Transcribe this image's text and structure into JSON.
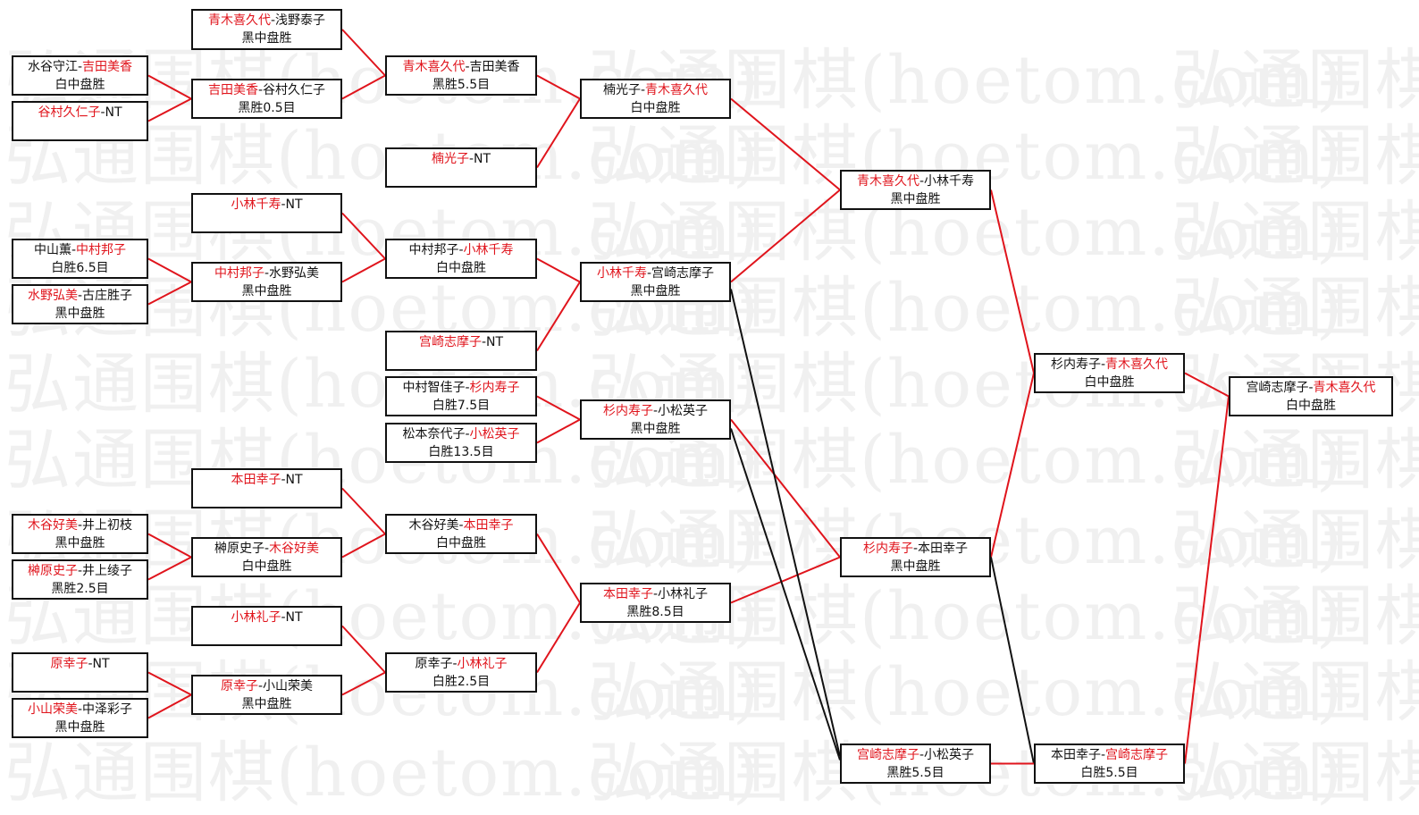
{
  "watermark": "弘通围棋(hoetom.com)",
  "colors": {
    "winner": "#e0141c",
    "line_red": "#e0141c",
    "line_black": "#111111"
  },
  "matches": [
    {
      "id": "A1",
      "p1": "水谷守江",
      "p2": "吉田美香",
      "winner": 2,
      "result": "白中盘胜"
    },
    {
      "id": "A2",
      "p1": "谷村久仁子",
      "p2": "NT",
      "winner": 1,
      "result": ""
    },
    {
      "id": "A3",
      "p1": "中山薫",
      "p2": "中村邦子",
      "winner": 2,
      "result": "白胜6.5目"
    },
    {
      "id": "A4",
      "p1": "水野弘美",
      "p2": "古庄胜子",
      "winner": 1,
      "result": "黑中盘胜"
    },
    {
      "id": "A5",
      "p1": "木谷好美",
      "p2": "井上初枝",
      "winner": 1,
      "result": "黑中盘胜"
    },
    {
      "id": "A6",
      "p1": "榊原史子",
      "p2": "井上绫子",
      "winner": 1,
      "result": "黑胜2.5目"
    },
    {
      "id": "A7",
      "p1": "原幸子",
      "p2": "NT",
      "winner": 1,
      "result": ""
    },
    {
      "id": "A8",
      "p1": "小山荣美",
      "p2": "中泽彩子",
      "winner": 1,
      "result": "黑中盘胜"
    },
    {
      "id": "B1",
      "p1": "青木喜久代",
      "p2": "浅野泰子",
      "winner": 1,
      "result": "黑中盘胜"
    },
    {
      "id": "B2",
      "p1": "吉田美香",
      "p2": "谷村久仁子",
      "winner": 1,
      "result": "黑胜0.5目"
    },
    {
      "id": "B3",
      "p1": "小林千寿",
      "p2": "NT",
      "winner": 1,
      "result": ""
    },
    {
      "id": "B4",
      "p1": "中村邦子",
      "p2": "水野弘美",
      "winner": 1,
      "result": "黑中盘胜"
    },
    {
      "id": "B5",
      "p1": "本田幸子",
      "p2": "NT",
      "winner": 1,
      "result": ""
    },
    {
      "id": "B6",
      "p1": "榊原史子",
      "p2": "木谷好美",
      "winner": 2,
      "result": "白中盘胜"
    },
    {
      "id": "B7",
      "p1": "小林礼子",
      "p2": "NT",
      "winner": 1,
      "result": ""
    },
    {
      "id": "B8",
      "p1": "原幸子",
      "p2": "小山荣美",
      "winner": 1,
      "result": "黑中盘胜"
    },
    {
      "id": "C1",
      "p1": "青木喜久代",
      "p2": "吉田美香",
      "winner": 1,
      "result": "黑胜5.5目"
    },
    {
      "id": "C2",
      "p1": "楠光子",
      "p2": "NT",
      "winner": 1,
      "result": ""
    },
    {
      "id": "C3",
      "p1": "中村邦子",
      "p2": "小林千寿",
      "winner": 2,
      "result": "白中盘胜"
    },
    {
      "id": "C4",
      "p1": "宫崎志摩子",
      "p2": "NT",
      "winner": 1,
      "result": ""
    },
    {
      "id": "C5",
      "p1": "中村智佳子",
      "p2": "杉内寿子",
      "winner": 2,
      "result": "白胜7.5目"
    },
    {
      "id": "C6",
      "p1": "松本奈代子",
      "p2": "小松英子",
      "winner": 2,
      "result": "白胜13.5目"
    },
    {
      "id": "C7",
      "p1": "木谷好美",
      "p2": "本田幸子",
      "winner": 2,
      "result": "白中盘胜"
    },
    {
      "id": "C8",
      "p1": "原幸子",
      "p2": "小林礼子",
      "winner": 2,
      "result": "白胜2.5目"
    },
    {
      "id": "D1",
      "p1": "楠光子",
      "p2": "青木喜久代",
      "winner": 2,
      "result": "白中盘胜"
    },
    {
      "id": "D2",
      "p1": "小林千寿",
      "p2": "宫崎志摩子",
      "winner": 1,
      "result": "黑中盘胜"
    },
    {
      "id": "D3",
      "p1": "杉内寿子",
      "p2": "小松英子",
      "winner": 1,
      "result": "黑中盘胜"
    },
    {
      "id": "D4",
      "p1": "本田幸子",
      "p2": "小林礼子",
      "winner": 1,
      "result": "黑胜8.5目"
    },
    {
      "id": "E1",
      "p1": "青木喜久代",
      "p2": "小林千寿",
      "winner": 1,
      "result": "黑中盘胜"
    },
    {
      "id": "E2",
      "p1": "杉内寿子",
      "p2": "本田幸子",
      "winner": 1,
      "result": "黑中盘胜"
    },
    {
      "id": "E3",
      "p1": "宫崎志摩子",
      "p2": "小松英子",
      "winner": 1,
      "result": "黑胜5.5目"
    },
    {
      "id": "F1",
      "p1": "杉内寿子",
      "p2": "青木喜久代",
      "winner": 2,
      "result": "白中盘胜"
    },
    {
      "id": "F2",
      "p1": "本田幸子",
      "p2": "宫崎志摩子",
      "winner": 2,
      "result": "白胜5.5目"
    },
    {
      "id": "G1",
      "p1": "宫崎志摩子",
      "p2": "青木喜久代",
      "winner": 2,
      "result": "白中盘胜"
    }
  ]
}
